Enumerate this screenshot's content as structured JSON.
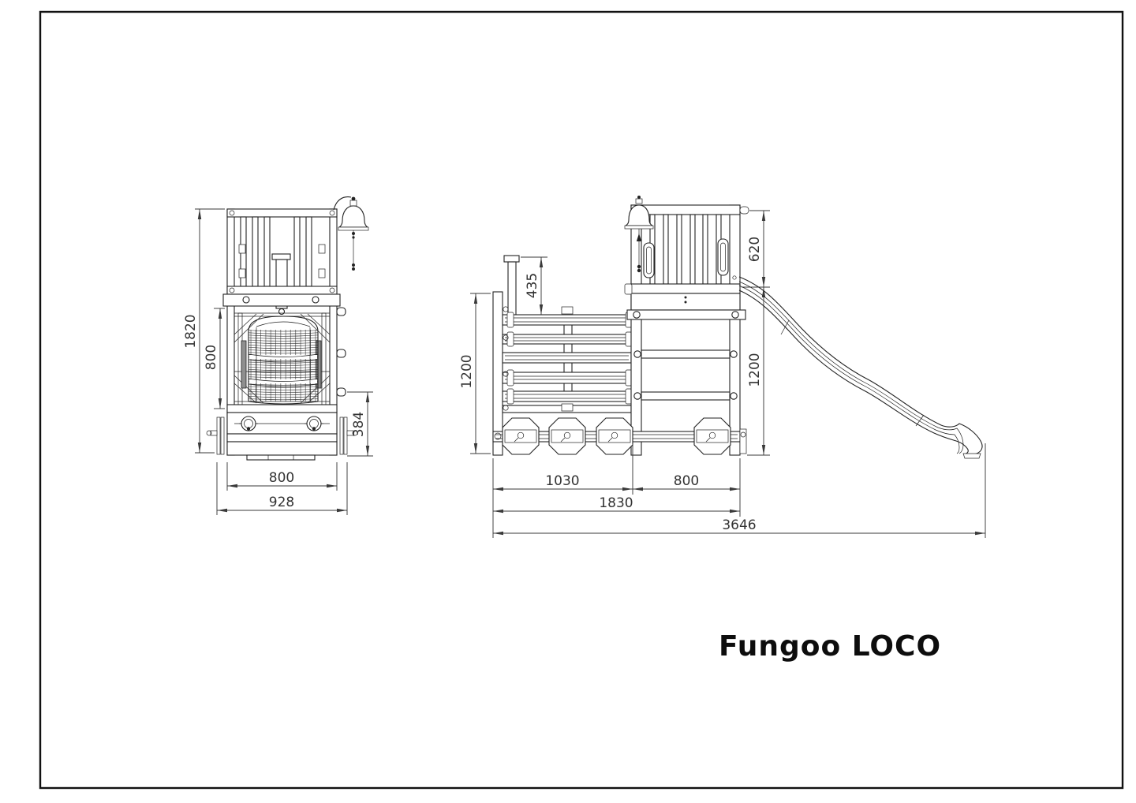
{
  "title": "Fungoo LOCO",
  "colors": {
    "background": "#ffffff",
    "line": "#222222",
    "dimension": "#3a3a3a"
  },
  "views": {
    "front": {
      "dims": {
        "total_height": "1820",
        "net_opening_height": "800",
        "base_height": "384",
        "frame_width": "800",
        "overall_width": "928"
      }
    },
    "side": {
      "dims": {
        "post_above_frame": "435",
        "frame_height": "1200",
        "railing_height": "620",
        "platform_height": "1200",
        "climb_frame_length": "1030",
        "tower_depth": "800",
        "frame_length": "1830",
        "overall_length": "3646"
      }
    }
  }
}
